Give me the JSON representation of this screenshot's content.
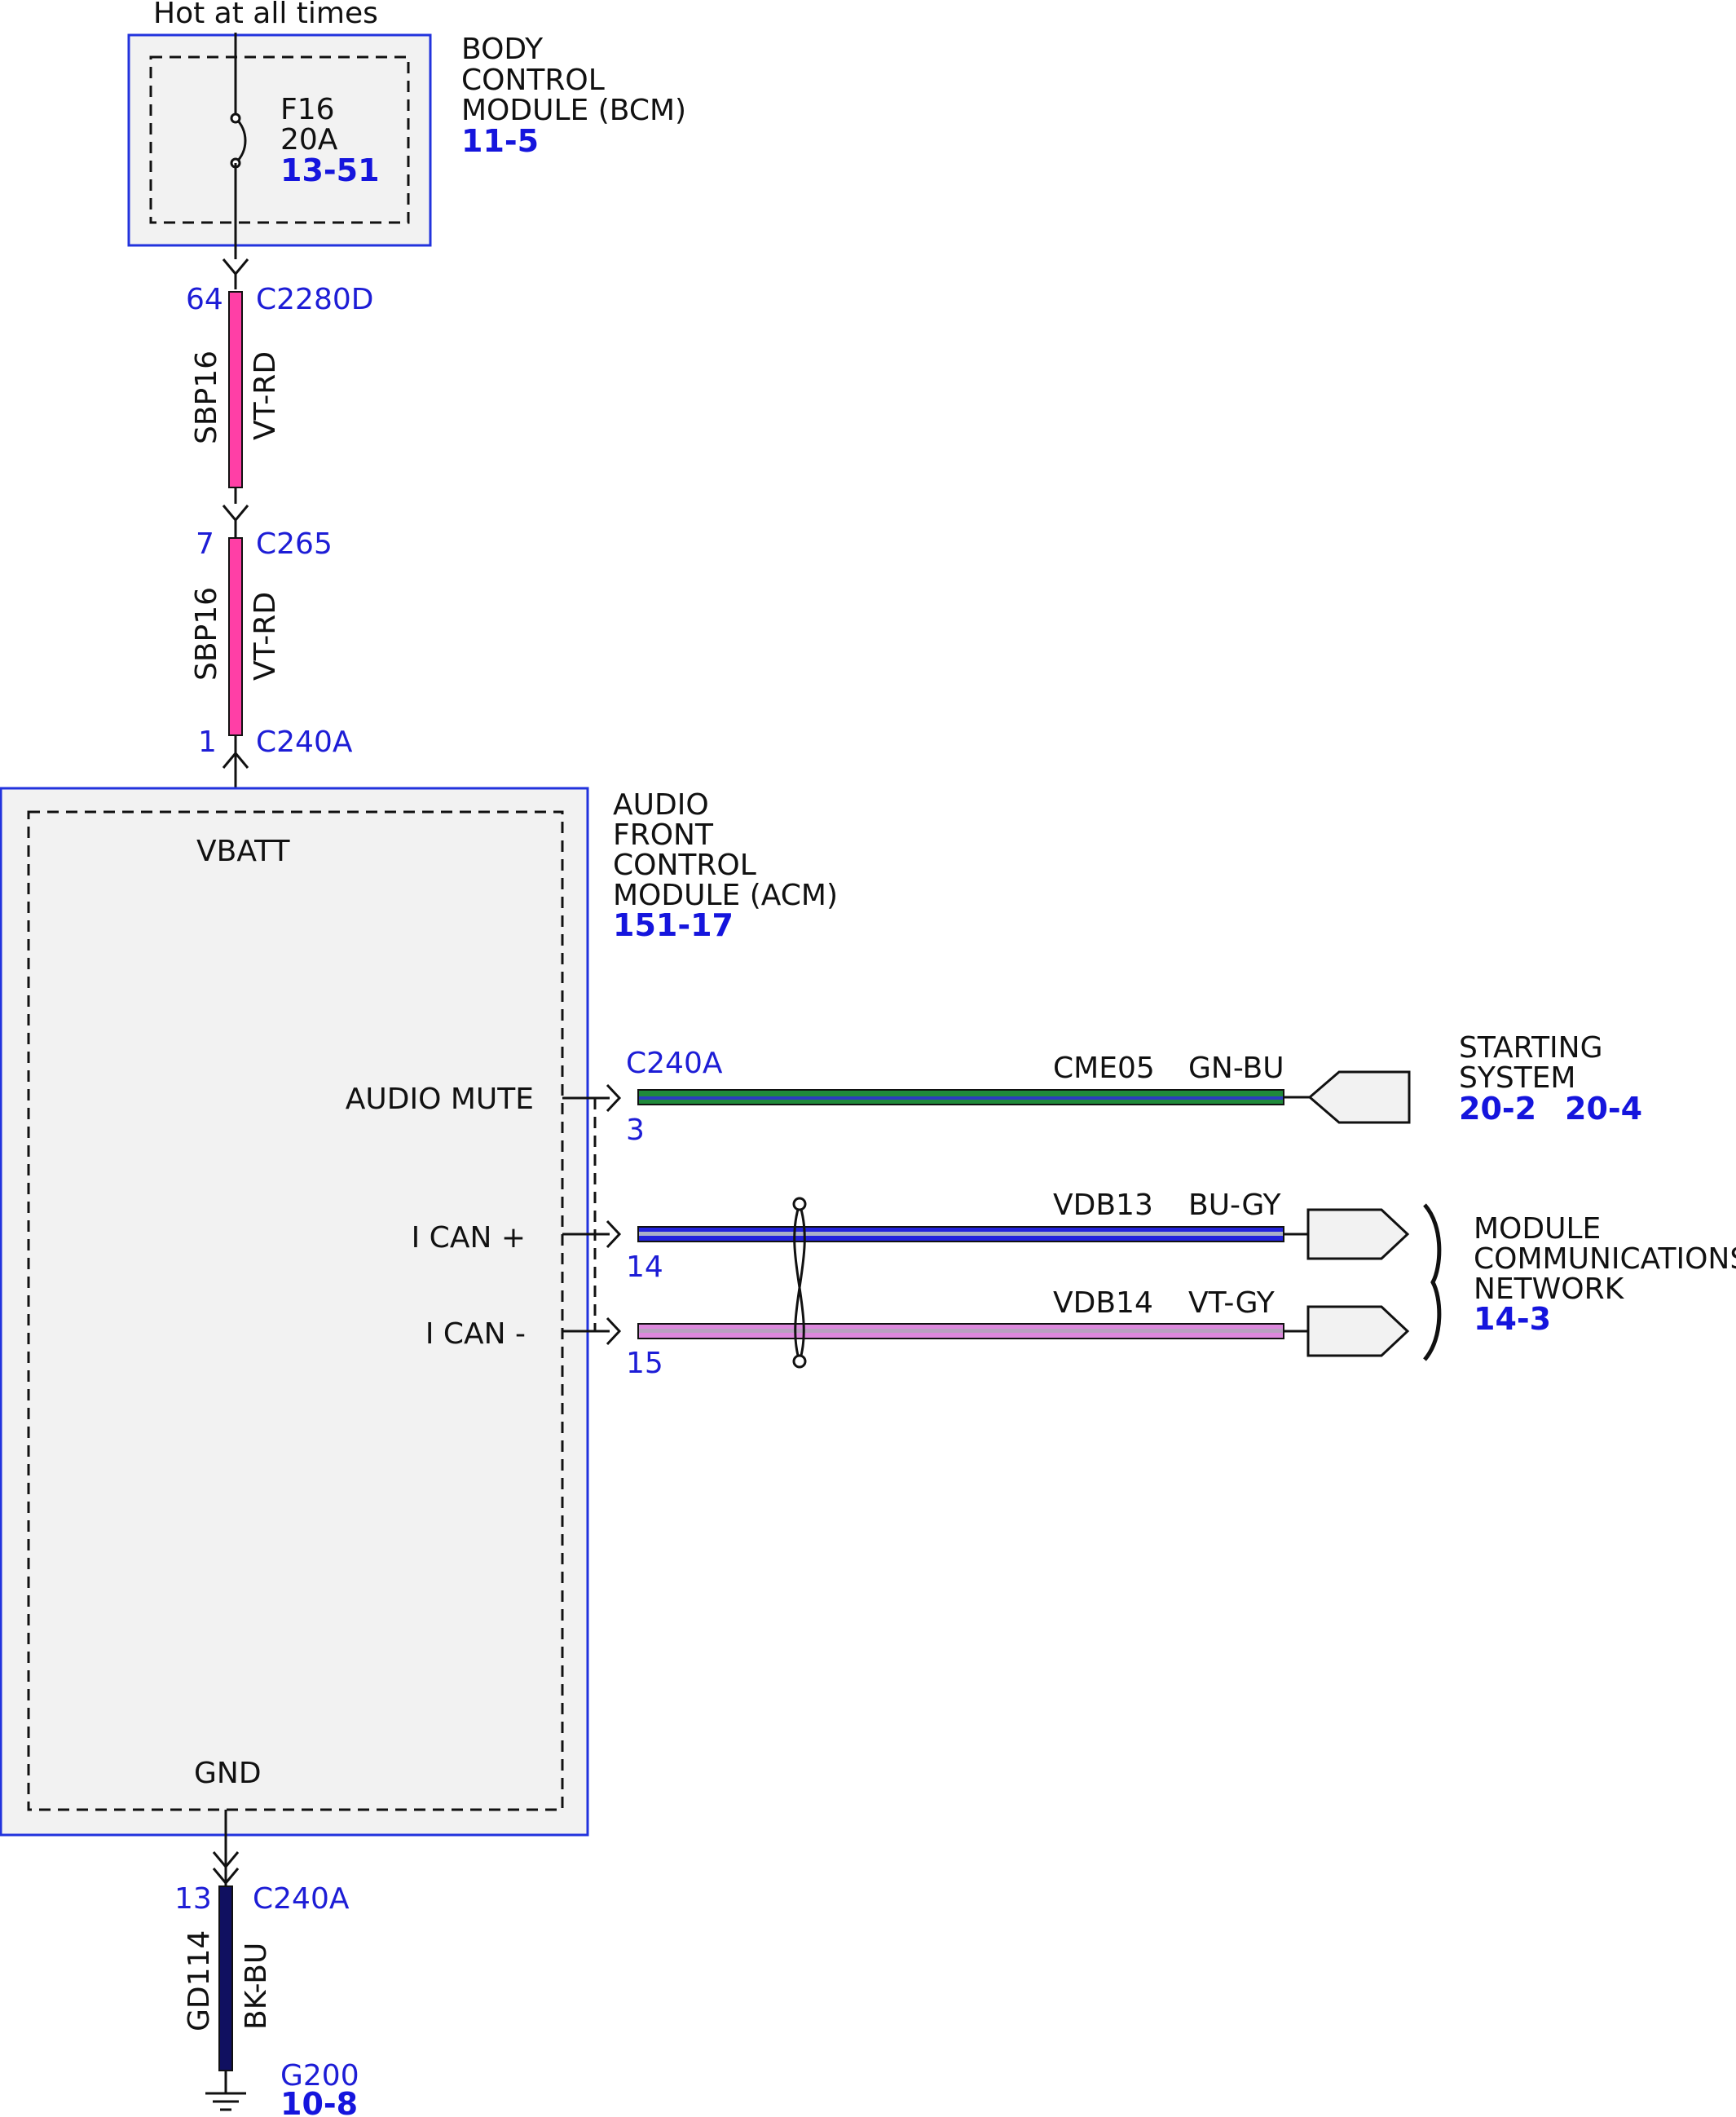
{
  "diagram": {
    "power_source_label": "Hot at all times",
    "bcm": {
      "name_lines": [
        "BODY",
        "CONTROL",
        "MODULE (BCM)"
      ],
      "ref": "11-5",
      "fuse_id": "F16",
      "fuse_rating": "20A",
      "fuse_ref": "13-51"
    },
    "wire1": {
      "pin": "64",
      "connector": "C2280D",
      "circuit": "SBP16",
      "color_code": "VT-RD"
    },
    "wire2": {
      "pin_top": "7",
      "connector_top": "C265",
      "circuit": "SBP16",
      "color_code": "VT-RD",
      "pin_bottom": "1",
      "connector_bottom": "C240A"
    },
    "acm": {
      "name_lines": [
        "AUDIO",
        "FRONT",
        "CONTROL",
        "MODULE (ACM)"
      ],
      "ref": "151-17",
      "vbatt_label": "VBATT",
      "gnd_label": "GND",
      "signals": [
        {
          "label": "AUDIO MUTE",
          "pin": "3",
          "connector": "C240A",
          "circuit": "CME05",
          "color_code": "GN-BU"
        },
        {
          "label": "I CAN +",
          "pin": "14",
          "circuit": "VDB13",
          "color_code": "BU-GY"
        },
        {
          "label": "I CAN -",
          "pin": "15",
          "circuit": "VDB14",
          "color_code": "VT-GY"
        }
      ]
    },
    "starting_system": {
      "name_lines": [
        "STARTING",
        "SYSTEM"
      ],
      "ref_a": "20-2",
      "ref_b": "20-4"
    },
    "network": {
      "name_lines": [
        "MODULE",
        "COMMUNICATIONS",
        "NETWORK"
      ],
      "ref": "14-3"
    },
    "ground": {
      "pin": "13",
      "connector": "C240A",
      "circuit": "GD114",
      "color_code": "BK-BU",
      "ground_id": "G200",
      "ref": "10-8"
    },
    "colors": {
      "module_border": "#2233dd",
      "module_fill": "#f2f2f2",
      "ref_text": "#1515dd",
      "pin_text": "#1d1dd6",
      "wire_vt_rd": "#ff3fa6",
      "wire_gn_bu_green": "#1f8a3a",
      "wire_gn_bu_blue": "#2c3cc0",
      "wire_bu_gy": "#2222dd",
      "wire_vt_gy": "#dd88dd",
      "wire_bk_bu": "#101060"
    }
  }
}
